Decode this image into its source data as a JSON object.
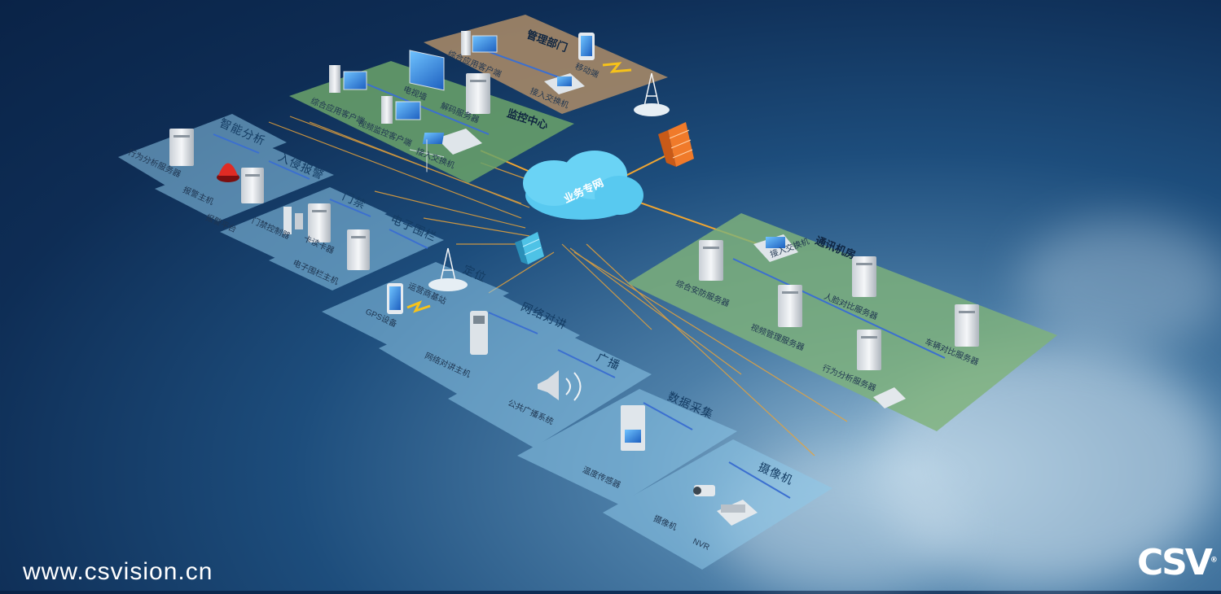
{
  "colors": {
    "plate_blue": "#8ec9ea",
    "plate_green": "#7fb27a",
    "plate_brown": "#a98a68",
    "cloud": "#57c8ee",
    "link": "#f0a531"
  },
  "zones": {
    "management": {
      "title": "管理部门",
      "items": [
        "综合应用客户端",
        "移动端",
        "接入交换机"
      ]
    },
    "monitoring": {
      "title": "监控中心",
      "items": [
        "电视墙",
        "综合应用客户端",
        "视频监控客户端",
        "解码服务器",
        "接入交换机"
      ]
    },
    "comm_room": {
      "title": "通讯机房",
      "items": [
        "接入交换机",
        "综合安防服务器",
        "视频管理服务器",
        "人脸对比服务器",
        "行为分析服务器",
        "车辆对比服务器"
      ]
    }
  },
  "network": {
    "label": "业务专网"
  },
  "subsystems": [
    {
      "title": "智能分析",
      "items": [
        "行为分析服务器"
      ]
    },
    {
      "title": "入侵报警",
      "items": [
        "报警主机",
        "报警平台"
      ]
    },
    {
      "title": "门禁",
      "items": [
        "门禁控制器",
        "卡读卡器"
      ]
    },
    {
      "title": "电子围栏",
      "items": [
        "电子围栏主机"
      ]
    },
    {
      "title": "定位",
      "items": [
        "GPS设备",
        "运营商基站"
      ]
    },
    {
      "title": "网络对讲",
      "items": [
        "网络对讲主机"
      ]
    },
    {
      "title": "广播",
      "items": [
        "公共广播系统"
      ]
    },
    {
      "title": "数据采集",
      "items": [
        "温度传感器"
      ]
    },
    {
      "title": "摄像机",
      "items": [
        "摄像机",
        "NVR"
      ]
    }
  ],
  "icons": [
    "server-icon",
    "workstation-icon",
    "video-wall-icon",
    "switch-icon",
    "tablet-icon",
    "phone-icon",
    "tower-icon",
    "firewall-icon",
    "cloud-icon",
    "alarm-light-icon",
    "access-control-icon",
    "intercom-icon",
    "speaker-icon",
    "sensor-icon",
    "camera-icon",
    "nvr-icon"
  ],
  "footer": {
    "website": "www.csvision.cn",
    "logo": "CSV"
  }
}
